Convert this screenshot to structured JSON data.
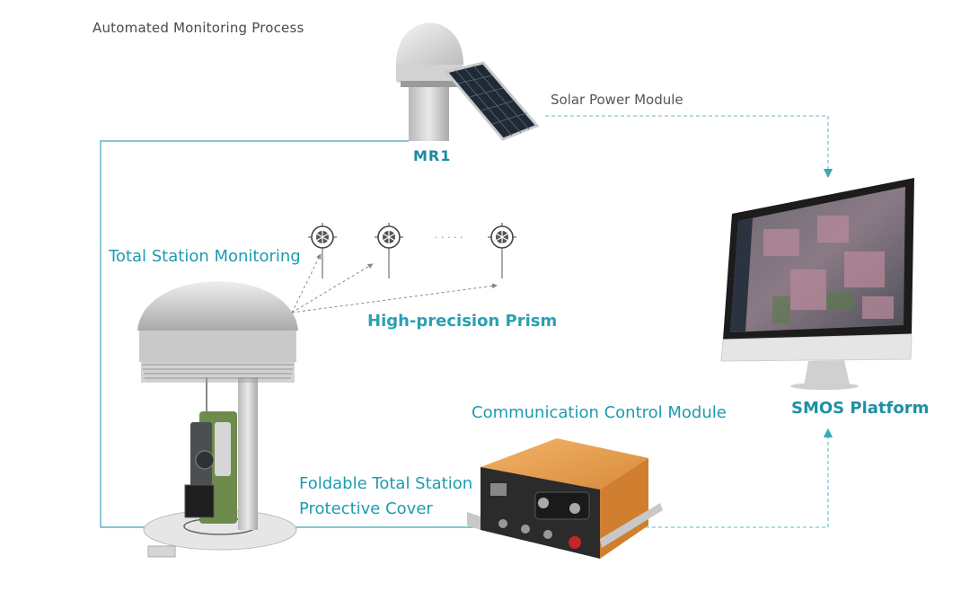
{
  "title": "Automated Monitoring Process",
  "labels": {
    "mr1": "MR1",
    "solar": "Solar Power Module",
    "total_station": "Total Station Monitoring",
    "prism": "High-precision Prism",
    "ellipsis": "· · · · ·",
    "comm": "Communication Control Module",
    "smos": "SMOS Platform",
    "cover_line1": "Foldable Total Station",
    "cover_line2": "Protective Cover"
  },
  "colors": {
    "accent": "#1e9bb0",
    "connector": "#7fc7cf",
    "module_orange": "#e8a052",
    "module_dark": "#2b2b2b"
  },
  "icons": [
    "gnss-dome-icon",
    "solar-panel-icon",
    "prism-target-icon",
    "total-station-icon",
    "control-module-icon",
    "monitor-icon"
  ]
}
